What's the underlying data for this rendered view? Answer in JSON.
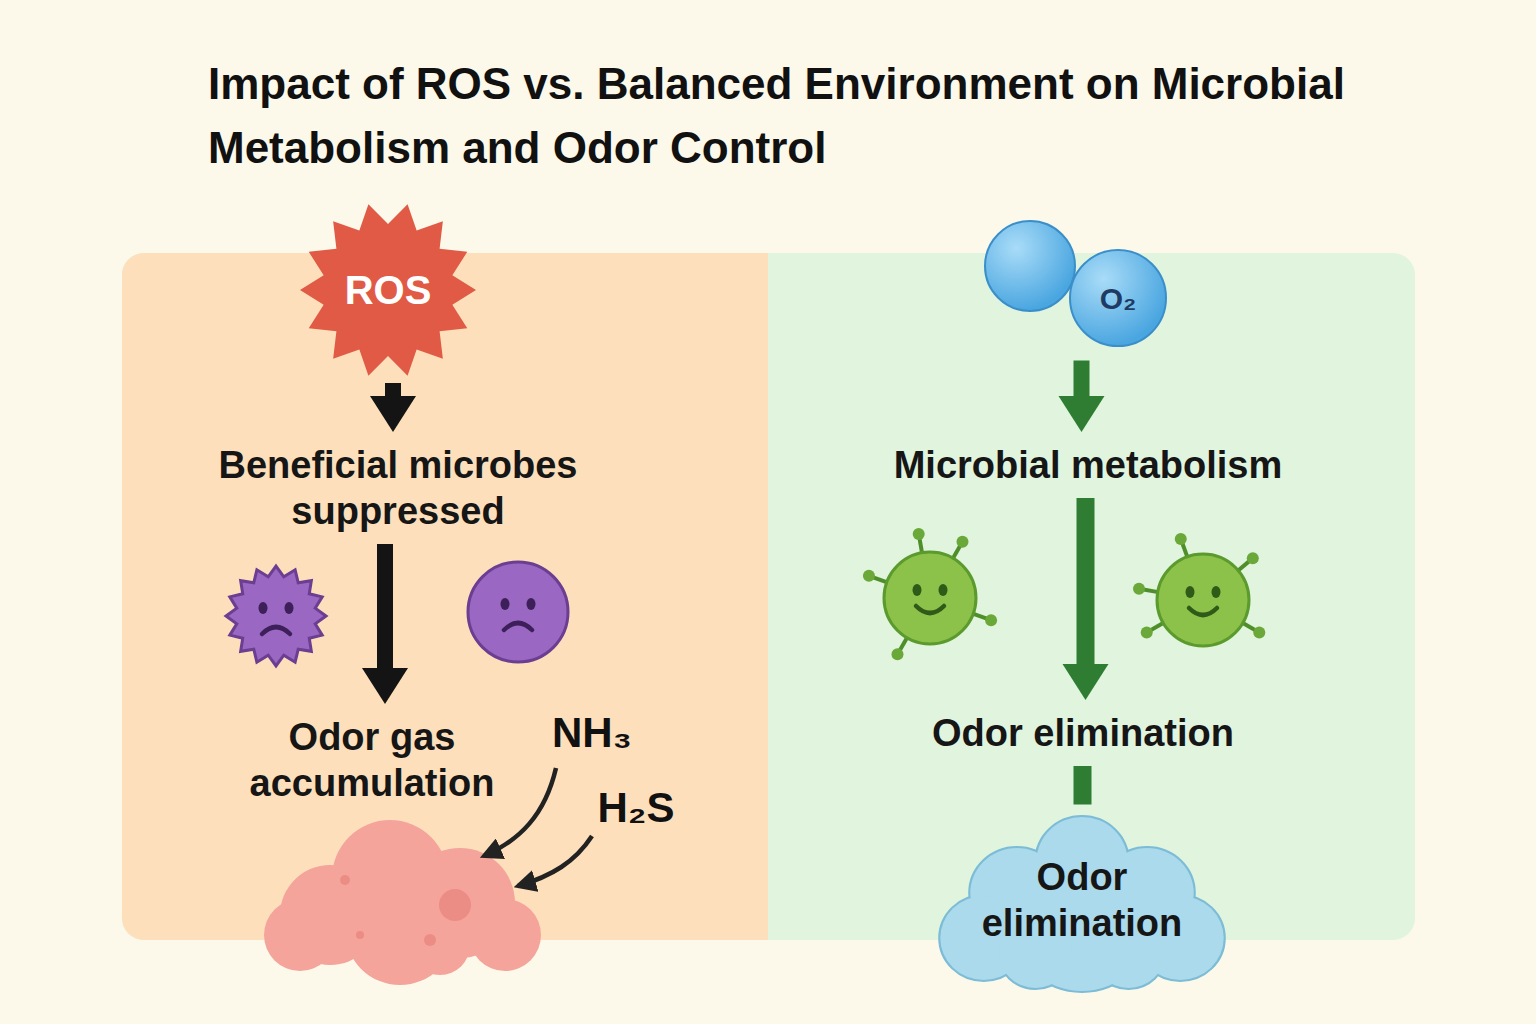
{
  "diagram": {
    "title": "Impact of ROS vs. Balanced Environment on Microbial Metabolism and Odor Control",
    "nodes": [
      {
        "text": [
          "ROS"
        ]
      },
      {
        "text": [
          "Beneficial microbes suppressed"
        ]
      },
      {
        "text": [
          "Odor gas accumulation"
        ]
      },
      {
        "text": [
          "O₂"
        ]
      },
      {
        "text": [
          "Microbial metabolism"
        ]
      },
      {
        "text": [
          "Odor elimination"
        ]
      },
      {
        "text": [
          "Odor elimination"
        ]
      }
    ],
    "edges": [
      {
        "from": 0,
        "to": 1,
        "arrow": "to"
      },
      {
        "from": 1,
        "to": 2,
        "arrow": "to"
      },
      {
        "from": 3,
        "to": 4,
        "arrow": "to"
      },
      {
        "from": 4,
        "to": 5,
        "arrow": "to"
      },
      {
        "from": 5,
        "to": 6,
        "arrow": "none"
      }
    ],
    "labels": [
      "NH₃",
      "H₂S"
    ]
  }
}
